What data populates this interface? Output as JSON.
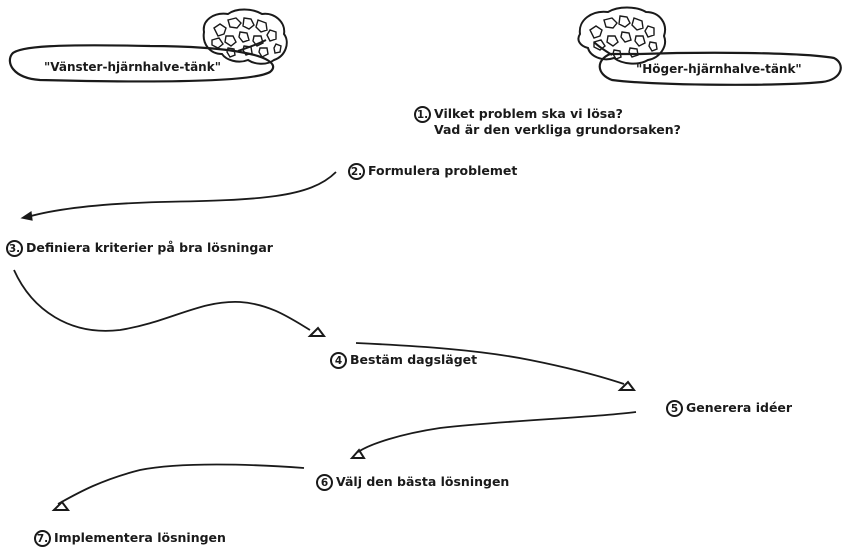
{
  "header": {
    "left_title": "\"Vänster-hjärnhalve-tänk\"",
    "right_title": "\"Höger-hjärnhalve-tänk\""
  },
  "steps": [
    {
      "number": "1.",
      "lines": [
        "Vilket problem ska vi lösa?",
        "Vad är den verkliga grundorsaken?"
      ]
    },
    {
      "number": "2.",
      "lines": [
        "Formulera problemet"
      ]
    },
    {
      "number": "3.",
      "lines": [
        "Definiera kriterier på bra lösningar"
      ]
    },
    {
      "number": "4",
      "lines": [
        "Bestäm dagsläget"
      ]
    },
    {
      "number": "5",
      "lines": [
        "Generera idéer"
      ]
    },
    {
      "number": "6",
      "lines": [
        "Välj den bästa lösningen"
      ]
    },
    {
      "number": "7.",
      "lines": [
        "Implementera lösningen"
      ]
    }
  ],
  "icons": {
    "left_brain": "brain-icon",
    "right_brain": "brain-icon"
  },
  "colors": {
    "ink": "#1a1a1a",
    "background": "#ffffff"
  }
}
